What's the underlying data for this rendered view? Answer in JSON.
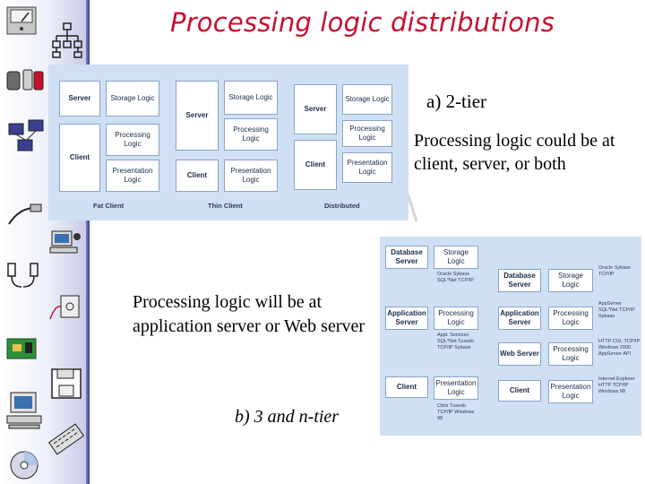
{
  "title": "Processing logic distributions",
  "label_2tier": "a) 2-tier",
  "desc_2tier": "Processing logic could be at client, server, or both",
  "desc_3tier": "Processing logic will be at application server or Web server",
  "label_ntier": "b) 3 and n-tier",
  "fig_a": {
    "server": "Server",
    "client": "Client",
    "storage_logic": "Storage Logic",
    "processing_logic": "Processing Logic",
    "presentation_logic": "Presentation Logic",
    "cap_fat": "Fat Client",
    "cap_thin": "Thin Client",
    "cap_dist": "Distributed"
  },
  "fig_b": {
    "db_server": "Database Server",
    "app_server": "Application Server",
    "web_server": "Web Server",
    "client": "Client",
    "storage_logic": "Storage Logic",
    "processing_logic": "Processing Logic",
    "presentation_logic": "Presentation Logic",
    "note_l1": "Oracle Sybase SQL*Net TCP/IP",
    "note_l2": "Appl. Services SQL*Net Tuxedo TCP/IP Sybase",
    "note_l3": "Citrix Tuxedo TCP/IP Windows 98",
    "note_r1": "Oracle Sybase TCP/IP",
    "note_r2": "AppServer SQL*Net TCP/IP Sybase",
    "note_r3": "HTTP CGI; TCP/IP Windows 2000 AppServer API",
    "note_r4": "Internet Explorer HTTP TCP/IP Windows 98"
  }
}
